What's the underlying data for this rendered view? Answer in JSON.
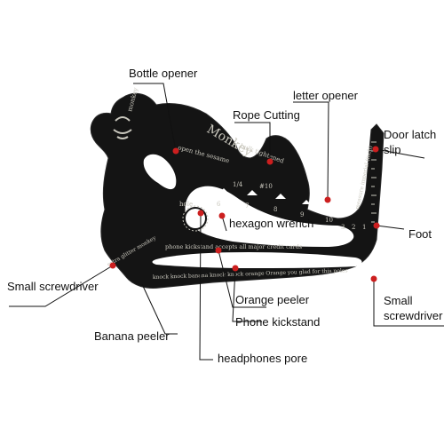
{
  "colors": {
    "tool_body": "#141414",
    "tool_edge": "#2a2a2a",
    "engraving": "#c9c7bd",
    "marker": "#cc1f1f",
    "line": "#111111",
    "label": "#111111"
  },
  "labels": {
    "bottle_opener": "Bottle opener",
    "rope_cutting": "Rope Cutting",
    "letter_opener": "letter opener",
    "door_latch_slip": "Door latch slip",
    "hexagon_wrench": "hexagon wrench",
    "foot": "Foot",
    "small_screwdriver_left": "Small screwdriver",
    "orange_peeler": "Orange peeler",
    "small_screwdriver_right": "Small screwdriver",
    "phone_kickstand": "Phone kickstand",
    "banana_peeler": "Banana peeler",
    "headphones_pore": "headphones pore"
  },
  "engravings": {
    "brand": "Monkey",
    "top_left": "monkey",
    "under_brand": "open the sesame",
    "rope_text": "bulk tightened",
    "sizes": [
      "6",
      "7",
      "8",
      "9",
      "10"
    ],
    "hole": "hole",
    "kickstand_line": "phone kickstand accepts all major credit cards",
    "knock_line": "knock knock banana knock knock orange Orange you glad for this poles",
    "left_edge": "extra glitter monkey",
    "right_edge": "measure imperial (inch)",
    "ruler_numbers": [
      "1",
      "2",
      "3"
    ],
    "fraction_a": "1/4",
    "fraction_b": "#10"
  }
}
